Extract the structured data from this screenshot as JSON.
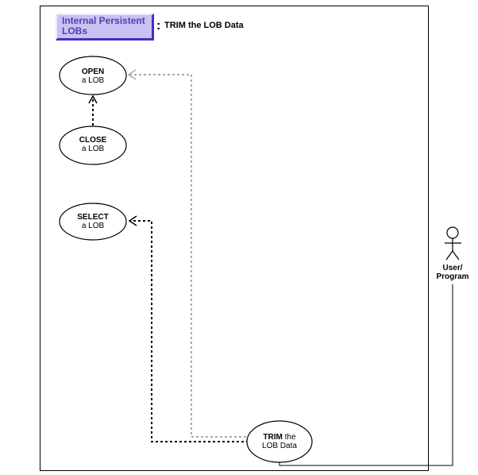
{
  "header": {
    "category_label_line1": "Internal Persistent",
    "category_label_line2": "LOBs",
    "separator": ":",
    "title": "TRIM the LOB Data"
  },
  "colors": {
    "header_fill": "#c8c2f4",
    "header_text": "#5b3aa8",
    "header_shadow": "#4a2fc0",
    "gray_link": "#aaaaaa",
    "black_link": "#000000"
  },
  "use_cases": {
    "open": {
      "line1": "OPEN",
      "line2": "a LOB"
    },
    "close": {
      "line1": "CLOSE",
      "line2": "a LOB"
    },
    "select": {
      "line1": "SELECT",
      "line2": "a LOB"
    },
    "trim": {
      "line1_bold": "TRIM",
      "line1_rest": " the",
      "line2": "LOB Data"
    }
  },
  "actor": {
    "line1": "User/",
    "line2": "Program"
  }
}
